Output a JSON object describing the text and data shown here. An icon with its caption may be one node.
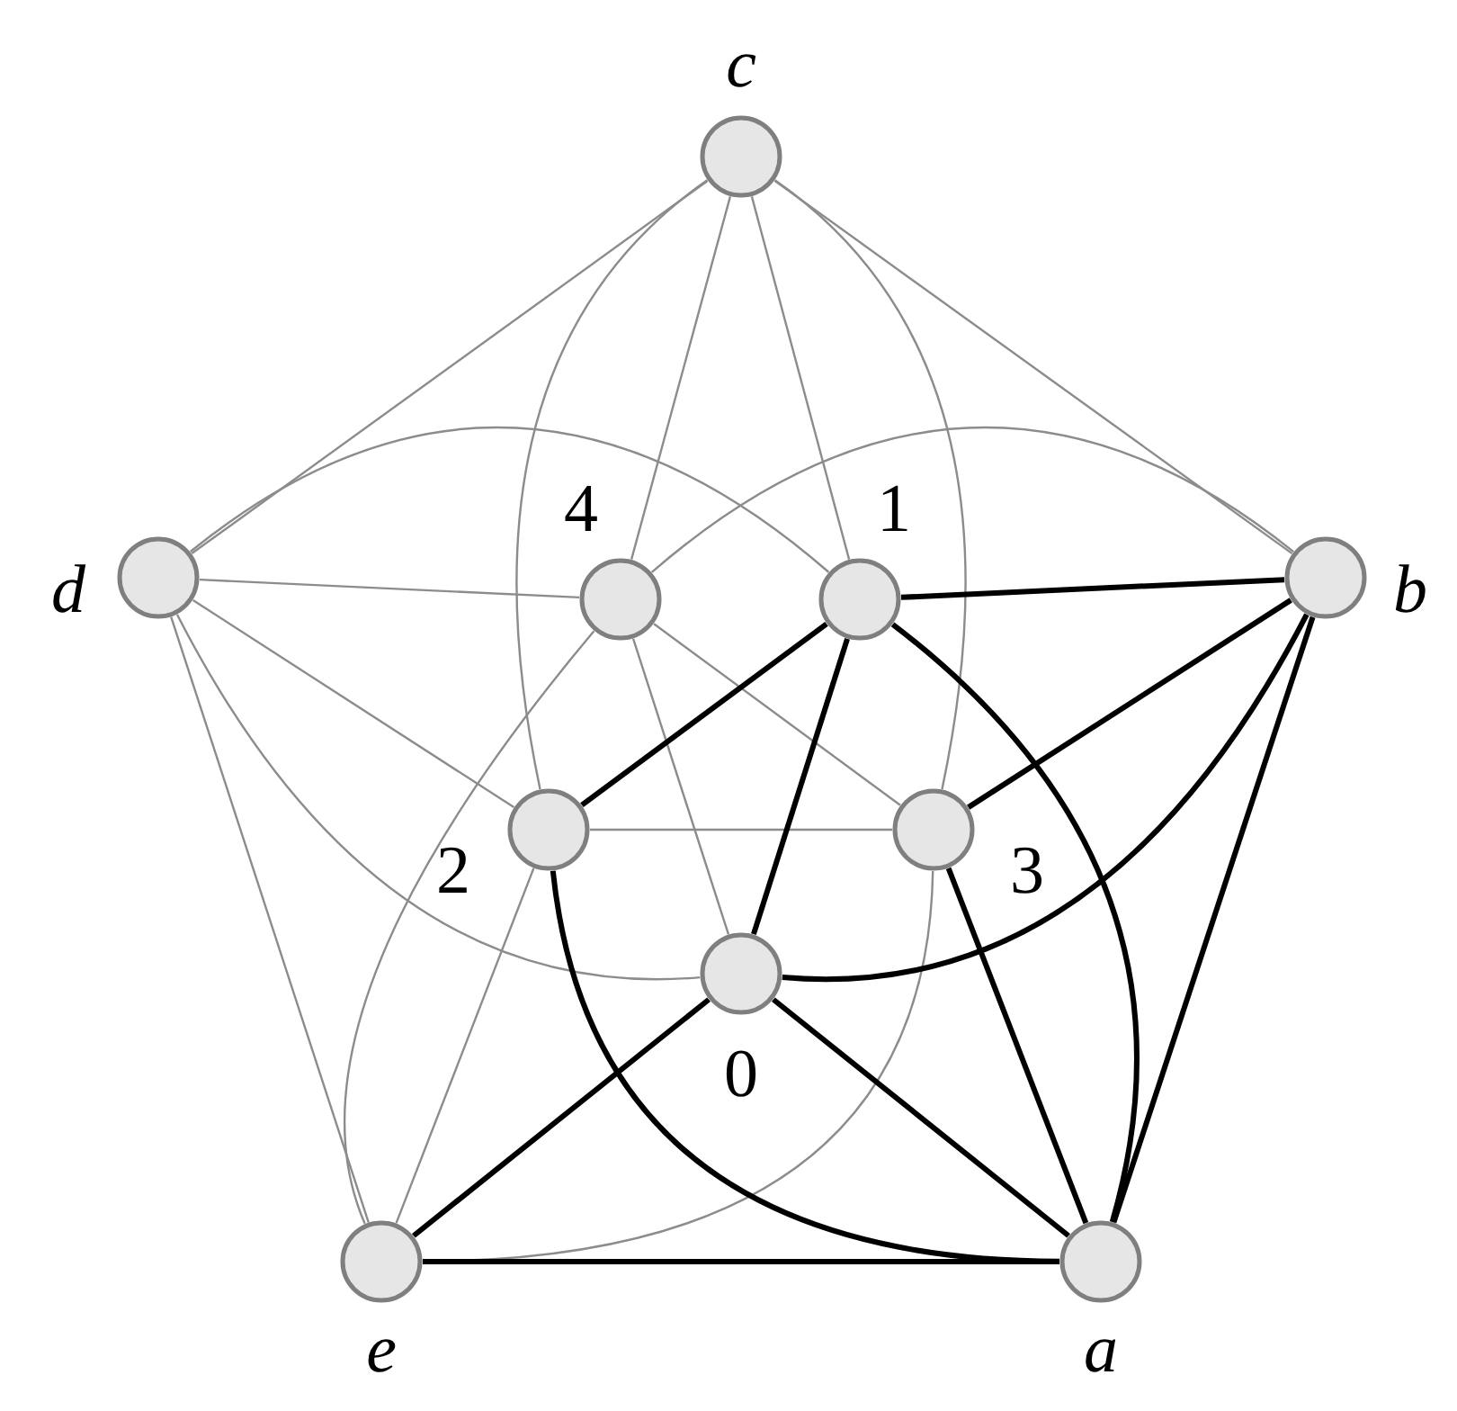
{
  "diagram": {
    "nodes": [
      {
        "text": [],
        "shape": "circle",
        "beside": [
          "c"
        ]
      },
      {
        "text": [],
        "shape": "circle",
        "beside": [
          "d"
        ]
      },
      {
        "text": [],
        "shape": "circle",
        "beside": [
          "b"
        ]
      },
      {
        "text": [],
        "shape": "circle",
        "beside": [
          "4"
        ]
      },
      {
        "text": [],
        "shape": "circle",
        "beside": [
          "1"
        ]
      },
      {
        "text": [],
        "shape": "circle",
        "beside": [
          "2"
        ]
      },
      {
        "text": [],
        "shape": "circle",
        "beside": [
          "3"
        ]
      },
      {
        "text": [],
        "shape": "circle",
        "beside": [
          "0"
        ]
      },
      {
        "text": [],
        "shape": "circle",
        "beside": [
          "e"
        ]
      },
      {
        "text": [],
        "shape": "circle",
        "beside": [
          "a"
        ]
      }
    ],
    "edges": [
      {
        "from": 0,
        "to": 1,
        "arrow": "none"
      },
      {
        "from": 0,
        "to": 2,
        "arrow": "none"
      },
      {
        "from": 0,
        "to": 3,
        "arrow": "none"
      },
      {
        "from": 0,
        "to": 4,
        "arrow": "none"
      },
      {
        "from": 0,
        "to": 5,
        "arrow": "none"
      },
      {
        "from": 0,
        "to": 6,
        "arrow": "none"
      },
      {
        "from": 1,
        "to": 3,
        "arrow": "none"
      },
      {
        "from": 1,
        "to": 5,
        "arrow": "none"
      },
      {
        "from": 1,
        "to": 4,
        "arrow": "none"
      },
      {
        "from": 1,
        "to": 7,
        "arrow": "none"
      },
      {
        "from": 1,
        "to": 8,
        "arrow": "none"
      },
      {
        "from": 2,
        "to": 3,
        "arrow": "none"
      },
      {
        "from": 3,
        "to": 6,
        "arrow": "none"
      },
      {
        "from": 3,
        "to": 7,
        "arrow": "none"
      },
      {
        "from": 3,
        "to": 8,
        "arrow": "none"
      },
      {
        "from": 5,
        "to": 6,
        "arrow": "none"
      },
      {
        "from": 5,
        "to": 8,
        "arrow": "none"
      },
      {
        "from": 6,
        "to": 8,
        "arrow": "none"
      },
      {
        "from": 4,
        "to": 2,
        "arrow": "none",
        "style": "thick",
        "color": "#000000"
      },
      {
        "from": 4,
        "to": 5,
        "arrow": "none",
        "style": "thick",
        "color": "#000000"
      },
      {
        "from": 4,
        "to": 7,
        "arrow": "none",
        "style": "thick",
        "color": "#000000"
      },
      {
        "from": 4,
        "to": 9,
        "arrow": "none",
        "style": "thick",
        "color": "#000000"
      },
      {
        "from": 2,
        "to": 6,
        "arrow": "none",
        "style": "thick",
        "color": "#000000"
      },
      {
        "from": 2,
        "to": 7,
        "arrow": "none",
        "style": "thick",
        "color": "#000000"
      },
      {
        "from": 2,
        "to": 9,
        "arrow": "none",
        "style": "thick",
        "color": "#000000"
      },
      {
        "from": 5,
        "to": 9,
        "arrow": "none",
        "style": "thick",
        "color": "#000000"
      },
      {
        "from": 6,
        "to": 9,
        "arrow": "none",
        "style": "thick",
        "color": "#000000"
      },
      {
        "from": 7,
        "to": 8,
        "arrow": "none",
        "style": "thick",
        "color": "#000000"
      },
      {
        "from": 7,
        "to": 9,
        "arrow": "none",
        "style": "thick",
        "color": "#000000"
      },
      {
        "from": 8,
        "to": 9,
        "arrow": "none",
        "style": "thick",
        "color": "#000000"
      }
    ]
  }
}
